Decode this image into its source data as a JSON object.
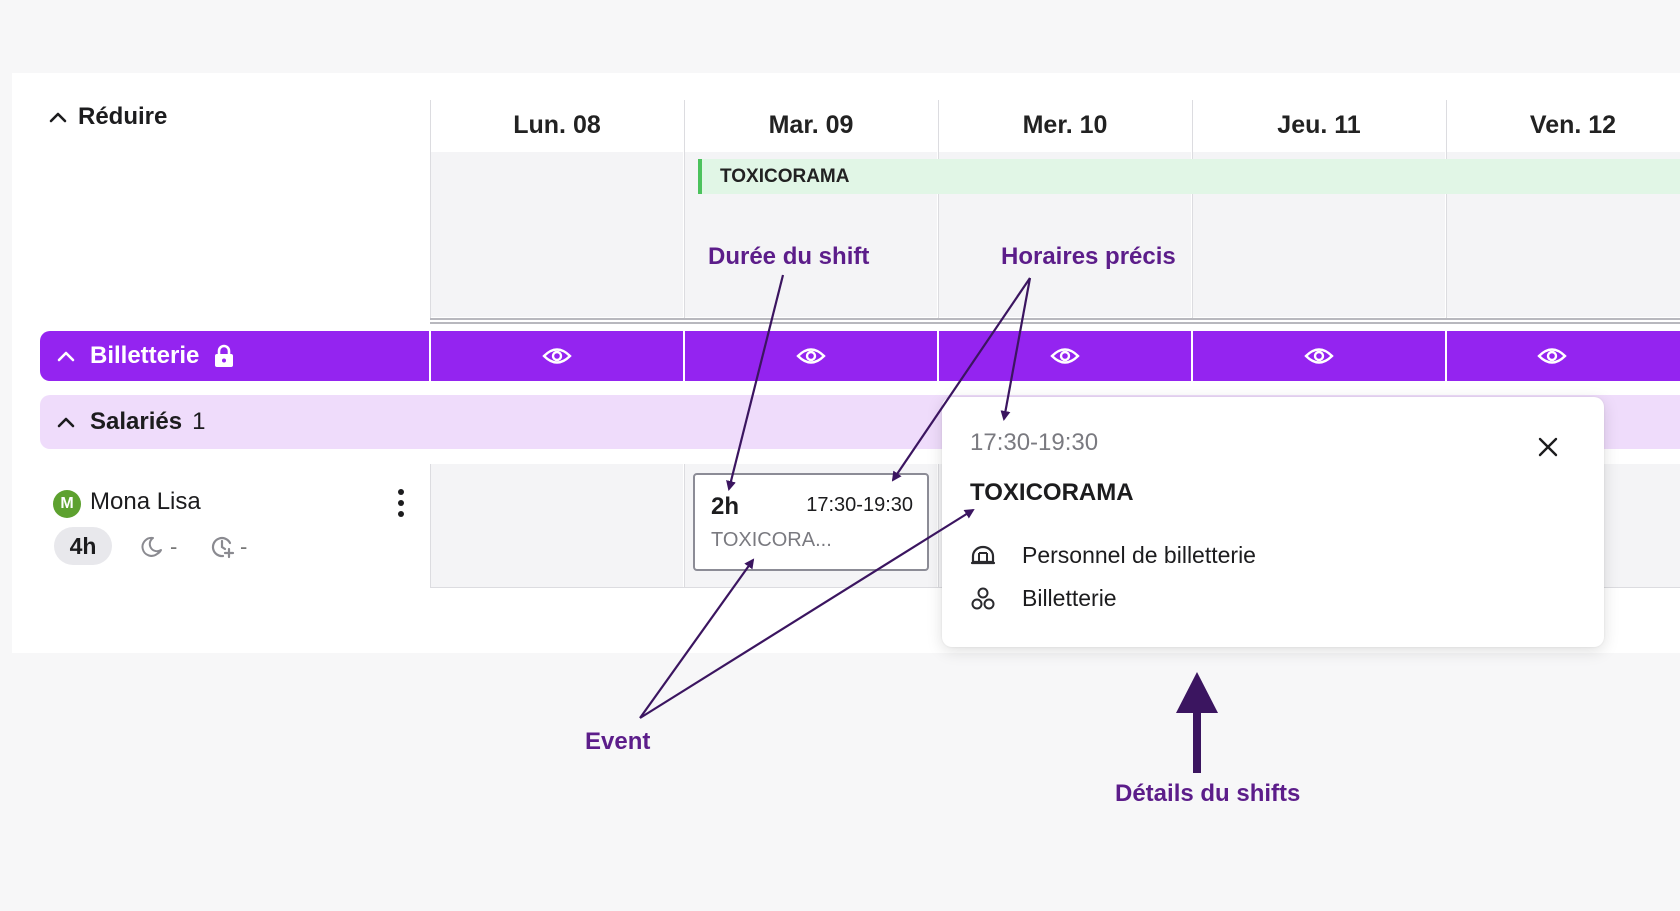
{
  "header": {
    "collapse_label": "Réduire",
    "days": [
      "Lun. 08",
      "Mar. 09",
      "Mer. 10",
      "Jeu. 11",
      "Ven. 12"
    ]
  },
  "event_bar": {
    "label": "TOXICORAMA",
    "color": "#4cc25d"
  },
  "group": {
    "label": "Billetterie",
    "lock_icon": "lock-icon",
    "color": "#9424f0"
  },
  "subgroup": {
    "label": "Salariés",
    "count": "1"
  },
  "employee": {
    "initial": "M",
    "name": "Mona Lisa",
    "hours": "4h",
    "night_value": "-",
    "overtime_value": "-"
  },
  "shift": {
    "duration": "2h",
    "time": "17:30-19:30",
    "event": "TOXICORA..."
  },
  "popover": {
    "time": "17:30-19:30",
    "title": "TOXICORAMA",
    "role": "Personnel de billetterie",
    "team": "Billetterie"
  },
  "annotations": {
    "duree": "Durée du shift",
    "horaires": "Horaires précis",
    "event": "Event",
    "details": "Détails du shifts"
  }
}
